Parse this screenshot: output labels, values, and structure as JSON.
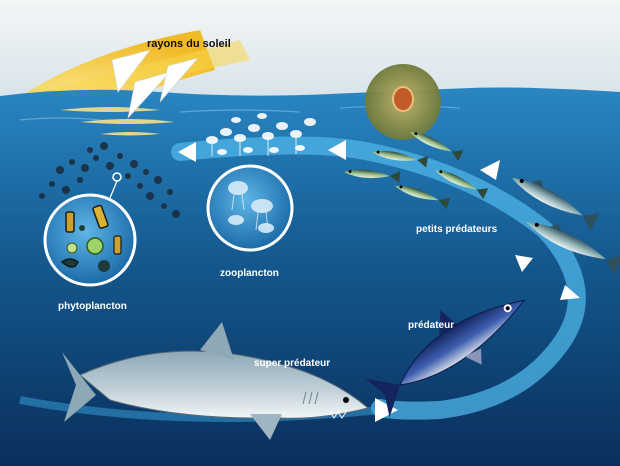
{
  "labels": {
    "sun": "rayons du soleil",
    "phytoplankton": "phytoplancton",
    "zooplankton": "zooplancton",
    "small_predators": "petits prédateurs",
    "predator": "prédateur",
    "super_predator": "super prédateur"
  },
  "colors": {
    "sky": "#e9eef1",
    "sun": "#f3c42a",
    "ocean_top": "#1f78b4",
    "ocean_bottom": "#0a2f5c",
    "cycle_arrow": "#4fb6e8",
    "arrow_head": "#ffffff"
  }
}
